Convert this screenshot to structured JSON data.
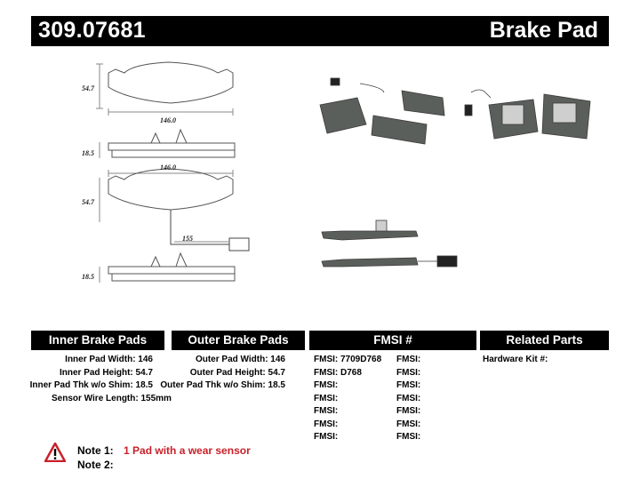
{
  "header": {
    "part_number": "309.07681",
    "title": "Brake Pad"
  },
  "drawing": {
    "dim_width_top": "146.0",
    "dim_height_top": "54.7",
    "dim_thk_top": "18.5",
    "dim_width_bottom": "146.0",
    "dim_height_bottom": "54.7",
    "dim_wire": "155",
    "dim_thk_bottom": "18.5"
  },
  "sections": {
    "inner_title": "Inner Brake Pads Specs",
    "outer_title": "Outer Brake Pads Specs",
    "fmsi_title": "FMSI #",
    "related_title": "Related Parts"
  },
  "inner_specs": [
    "Inner Pad Width: 146",
    "Inner Pad Height: 54.7",
    "Inner Pad Thk w/o Shim: 18.5",
    "Sensor Wire Length: 155mm"
  ],
  "outer_specs": [
    "Outer Pad Width: 146",
    "Outer Pad Height: 54.7",
    "Outer Pad Thk w/o Shim: 18.5"
  ],
  "fmsi_left": [
    "FMSI:  7709D768",
    "FMSI:  D768",
    "FMSI:",
    "FMSI:",
    "FMSI:",
    "FMSI:",
    "FMSI:"
  ],
  "fmsi_right": [
    "FMSI:",
    "FMSI:",
    "FMSI:",
    "FMSI:",
    "FMSI:",
    "FMSI:",
    "FMSI:"
  ],
  "related": {
    "hardware_kit": "Hardware Kit #:"
  },
  "notes": {
    "note1_label": "Note 1:",
    "note1_text": "1 Pad with a wear sensor",
    "note2_label": "Note 2:"
  },
  "colors": {
    "header_bg": "#000000",
    "note_red": "#c8202a",
    "pad_gray": "#5b5f5b",
    "drawing_line": "#555555"
  }
}
